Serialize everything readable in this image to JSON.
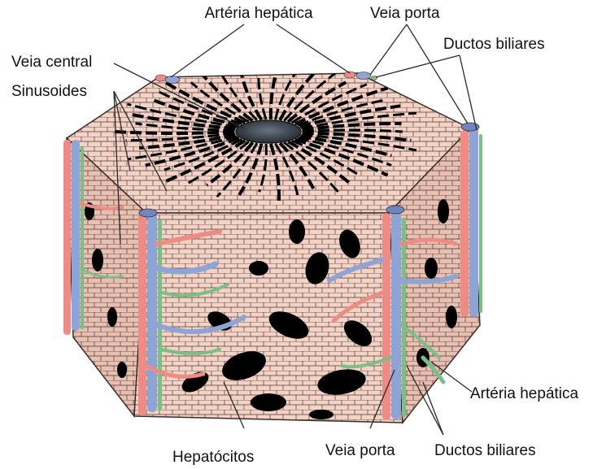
{
  "labels": {
    "top_hepatic_artery": "Artéria hepática",
    "top_portal_vein": "Veia porta",
    "top_bile_ducts": "Ductos biliares",
    "central_vein": "Veia central",
    "sinusoids": "Sinusoides",
    "hepatocytes": "Hepatócitos",
    "bottom_portal_vein": "Veia porta",
    "bottom_bile_ducts": "Ductos biliares",
    "right_hepatic_artery": "Artéria hepática"
  },
  "colors": {
    "hepatocyte": "#f4d3c6",
    "sinusoid": "#000000",
    "central_vein": "#2f3640",
    "artery": "#ec8c84",
    "vein": "#8ea4d6",
    "bile_duct": "#79bf86",
    "cell_outline": "#4a3a35"
  }
}
